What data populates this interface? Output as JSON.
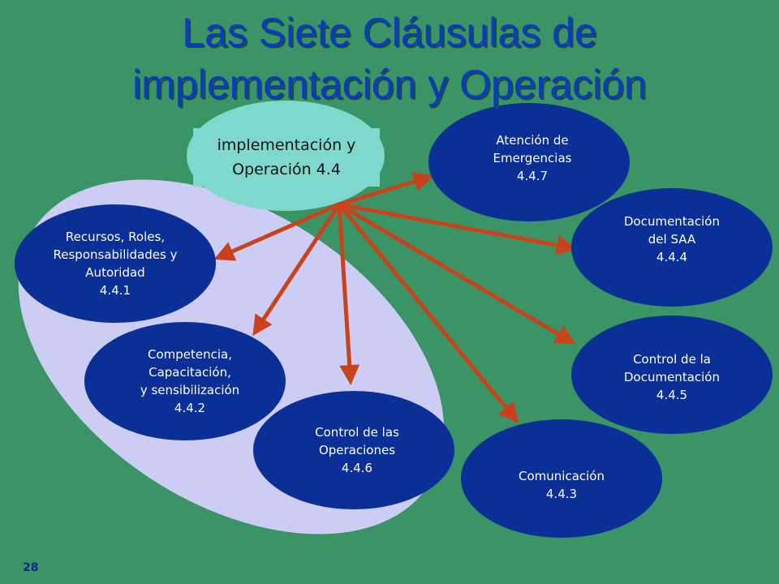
{
  "title": {
    "line1": "Las Siete Cláusulas de",
    "line2": "implementación y Operación"
  },
  "center": {
    "line1": "implementación y",
    "line2": "Operación 4.4"
  },
  "nodes": [
    {
      "id": "recursos",
      "lines": [
        "Recursos, Roles,",
        "Responsabilidades y",
        "Autoridad"
      ],
      "code": "4.4.1"
    },
    {
      "id": "competencia",
      "lines": [
        "Competencia,",
        "Capacitación,",
        "y sensibilización"
      ],
      "code": "4.4.2"
    },
    {
      "id": "control-operaciones",
      "lines": [
        "Control de las",
        "Operaciones"
      ],
      "code": "4.4.6"
    },
    {
      "id": "atencion",
      "lines": [
        "Atención de",
        "Emergencias"
      ],
      "code": "4.4.7"
    },
    {
      "id": "documentacion",
      "lines": [
        "Documentación",
        "del SAA"
      ],
      "code": "4.4.4"
    },
    {
      "id": "control-documentacion",
      "lines": [
        "Control de la",
        "Documentación"
      ],
      "code": "4.4.5"
    },
    {
      "id": "comunicacion",
      "lines": [
        "Comunicación"
      ],
      "code": "4.4.3"
    }
  ],
  "page_number": "28",
  "colors": {
    "background": "#3a9466",
    "title": "#0b3cbf",
    "node_fill": "#0a2f96",
    "center_fill": "#7fd8cc",
    "group_fill": "#ccccf5",
    "arrow": "#c8421b"
  }
}
